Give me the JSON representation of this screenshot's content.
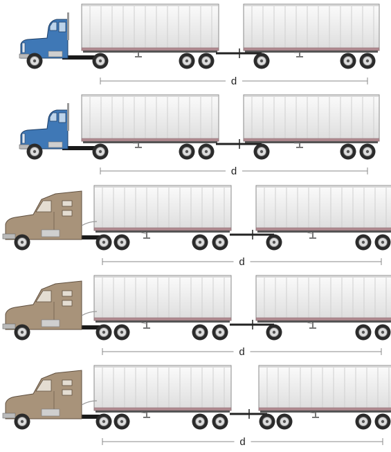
{
  "figure": {
    "rows": [
      {
        "tractor": "cabover",
        "cab_color": "#3f78b6",
        "dimension_label": "d"
      },
      {
        "tractor": "cabover",
        "cab_color": "#3f78b6",
        "dimension_label": "d"
      },
      {
        "tractor": "sleeper",
        "cab_color": "#a8937a",
        "dimension_label": "d"
      },
      {
        "tractor": "sleeper",
        "cab_color": "#a8937a",
        "dimension_label": "d"
      },
      {
        "tractor": "sleeper",
        "cab_color": "#a8937a",
        "dimension_label": "d"
      }
    ],
    "colors": {
      "trailer_body": "#eeeeee",
      "trailer_outline": "#8a8a8a",
      "tire": "#2b2b2b",
      "rim": "#dcdcdc",
      "dimension_line": "#888888"
    }
  }
}
